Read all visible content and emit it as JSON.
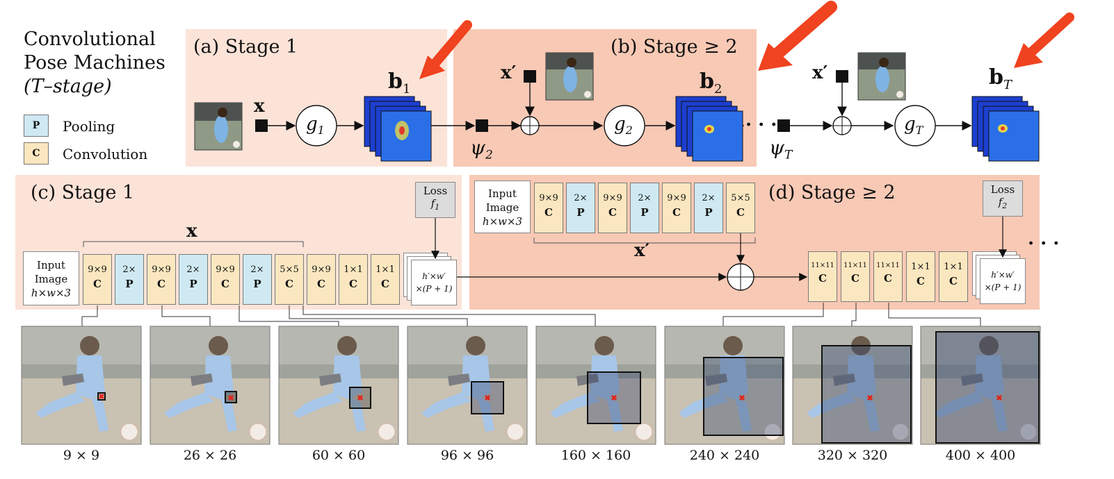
{
  "title_lines": [
    "Convolutional",
    "Pose Machines",
    "(T–stage)"
  ],
  "legend": {
    "pooling": {
      "key": "P",
      "label": "Pooling"
    },
    "convolution": {
      "key": "C",
      "label": "Convolution"
    }
  },
  "stage_a": {
    "label": "(a) Stage 1",
    "x": "x",
    "g": "g",
    "g_sub": "1",
    "b": "b",
    "b_sub": "1"
  },
  "stage_b": {
    "label": "(b) Stage ≥ 2",
    "xprime": "x′",
    "g": "g",
    "g_sub": "2",
    "b": "b",
    "b_sub": "2",
    "psi": "ψ",
    "psi_sub": "2"
  },
  "stage_T": {
    "xprime": "x′",
    "g": "g",
    "g_sub": "T",
    "b": "b",
    "b_sub": "T",
    "psi": "ψ",
    "psi_sub": "T",
    "dots": "· · ·"
  },
  "stage_c": {
    "label": "(c) Stage 1",
    "x_label": "x",
    "input": [
      "Input",
      "Image",
      "h×w×3"
    ],
    "blocks": [
      {
        "size": "9×9",
        "type": "C"
      },
      {
        "size": "2×",
        "type": "P"
      },
      {
        "size": "9×9",
        "type": "C"
      },
      {
        "size": "2×",
        "type": "P"
      },
      {
        "size": "9×9",
        "type": "C"
      },
      {
        "size": "2×",
        "type": "P"
      },
      {
        "size": "5×5",
        "type": "C"
      },
      {
        "size": "9×9",
        "type": "C"
      },
      {
        "size": "1×1",
        "type": "C"
      },
      {
        "size": "1×1",
        "type": "C"
      }
    ],
    "loss": {
      "label": "Loss",
      "f": "f",
      "f_sub": "1"
    },
    "output": [
      "h′×w′",
      "×(P + 1)"
    ]
  },
  "stage_d": {
    "label": "(d) Stage ≥ 2",
    "xprime_label": "x′",
    "input": [
      "Input",
      "Image",
      "h×w×3"
    ],
    "blocks_top": [
      {
        "size": "9×9",
        "type": "C"
      },
      {
        "size": "2×",
        "type": "P"
      },
      {
        "size": "9×9",
        "type": "C"
      },
      {
        "size": "2×",
        "type": "P"
      },
      {
        "size": "9×9",
        "type": "C"
      },
      {
        "size": "2×",
        "type": "P"
      },
      {
        "size": "5×5",
        "type": "C"
      }
    ],
    "blocks_bottom": [
      {
        "size": "11×11",
        "type": "C"
      },
      {
        "size": "11×11",
        "type": "C"
      },
      {
        "size": "11×11",
        "type": "C"
      },
      {
        "size": "1×1",
        "type": "C"
      },
      {
        "size": "1×1",
        "type": "C"
      }
    ],
    "loss": {
      "label": "Loss",
      "f": "f",
      "f_sub": "2"
    },
    "output": [
      "h′×w′",
      "×(P + 1)"
    ],
    "dots": "· · ·"
  },
  "receptive_fields": [
    "9 × 9",
    "26 × 26",
    "60 × 60",
    "96 × 96",
    "160 × 160",
    "240 × 240",
    "320 × 320",
    "400 × 400"
  ],
  "colors": {
    "stage1_panel": "#fbe3d8",
    "stage2_panel": "#f8c9b5",
    "conv": "#fbe7bf",
    "pool": "#cfe9f2",
    "arrow_red": "#f0431f"
  }
}
